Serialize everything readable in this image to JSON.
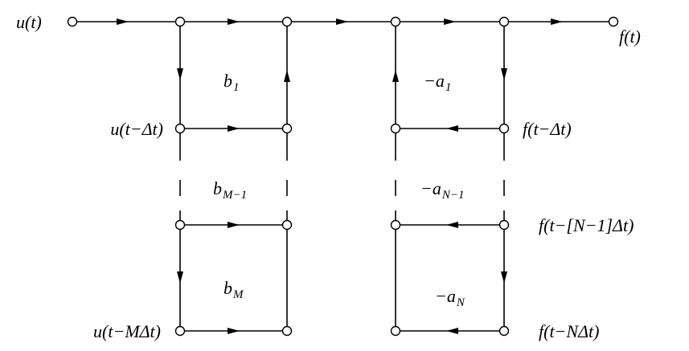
{
  "diagram": {
    "input_label": "u(t)",
    "output_label": "f(t)",
    "left_labels": {
      "delay1": "u(t−Δt)",
      "delayM": "u(t−MΔt)"
    },
    "right_labels": {
      "delay1": "f(t−Δt)",
      "delayN1": "f(t−[N−1]Δt)",
      "delayN": "f(t−NΔt)"
    },
    "coefficients": {
      "b1": {
        "base": "b",
        "sub": "1"
      },
      "bM1": {
        "base": "b",
        "sub": "M−1"
      },
      "bM": {
        "base": "b",
        "sub": "M"
      },
      "a1": {
        "base": "−a",
        "sub": "1"
      },
      "aN1": {
        "base": "−a",
        "sub": "N−1"
      },
      "aN": {
        "base": "−a",
        "sub": "N"
      }
    }
  }
}
